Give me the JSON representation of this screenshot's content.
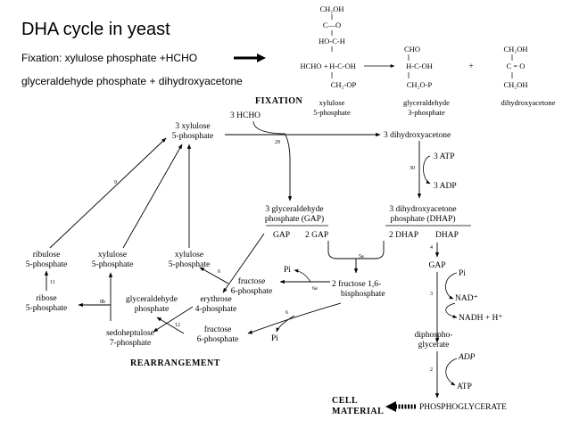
{
  "title": "DHA cycle in yeast",
  "fixation_line": "Fixation: xylulose phosphate +HCHO",
  "products_line": "glyceraldehyde phosphate + dihydroxyacetone",
  "structures": {
    "xylulose": {
      "rows": [
        "CH₂OH",
        "C—O",
        "HO-C-H",
        "H-C-OH",
        "CH₂-OP"
      ],
      "caption": [
        "xylulose",
        "5-phosphate"
      ]
    },
    "hcho_prefix": "HCHO +",
    "gap": {
      "rows": [
        "CHO",
        "H-C-OH",
        "CH₂O-P"
      ],
      "caption": [
        "glyceraldehyde",
        "3-phosphate"
      ]
    },
    "plus": "+",
    "dha": {
      "rows": [
        "CH₂OH",
        "C = O",
        "CH₂OH"
      ],
      "caption": [
        "dihydroxyacetone"
      ]
    }
  },
  "labels": {
    "fixation": "FIXATION",
    "hcho": "3 HCHO",
    "xu5p": [
      "3 xylulose",
      "5-phosphate"
    ],
    "dha": "3 dihydroxyacetone",
    "atp": "3 ATP",
    "adp": "3 ADP",
    "gap3": [
      "3 glyceraldehyde",
      "phosphate (GAP)"
    ],
    "gap_split": [
      "GAP",
      "2 GAP"
    ],
    "dhap3": [
      "3 dihydroxyacetone",
      "phosphate (DHAP)"
    ],
    "dhap_split": [
      "2 DHAP",
      "DHAP"
    ],
    "fbp": [
      "2 fructose 1,6-",
      "bisphosphate"
    ],
    "pi_top": "Pi",
    "f6p_top": [
      "fructose",
      "6-phosphate"
    ],
    "ribulose": [
      "ribulose",
      "5-phosphate"
    ],
    "xylulose_left": [
      "xylulose",
      "5-phosphate"
    ],
    "xylulose_mid": [
      "xylulose",
      "5-phosphate"
    ],
    "ribose": [
      "ribose",
      "5-phosphate"
    ],
    "glyc_ald": [
      "glyceraldehyde",
      "phosphate"
    ],
    "sedo": [
      "sedoheptulose",
      "7-phosphate"
    ],
    "erythrose": [
      "erythrose",
      "4-phosphate"
    ],
    "f6p_bottom": [
      "fructose",
      "6-phosphate"
    ],
    "pi_bottom": "Pi",
    "rearrangement": "REARRANGEMENT",
    "gap_right": "GAP",
    "pi_right": "Pi",
    "nad": "NAD⁺",
    "nadh": "NADH + H⁺",
    "dpg": [
      "diphospho-",
      "glycerate"
    ],
    "adp_right": "ADP",
    "atp_right": "ATP",
    "cell_material": [
      "CELL",
      "MATERIAL"
    ],
    "phosphoglycerate": "PHOSPHOGLYCERATE"
  },
  "enzyme_numbers": {
    "n29": "29",
    "n30": "30",
    "n5a": "5a",
    "n4": "4",
    "n3": "3",
    "n2": "2",
    "n9": "9",
    "n6a": "6a",
    "n6": "6",
    "n11": "11",
    "n8b": "8b",
    "n12": "12",
    "n6b": "6"
  }
}
